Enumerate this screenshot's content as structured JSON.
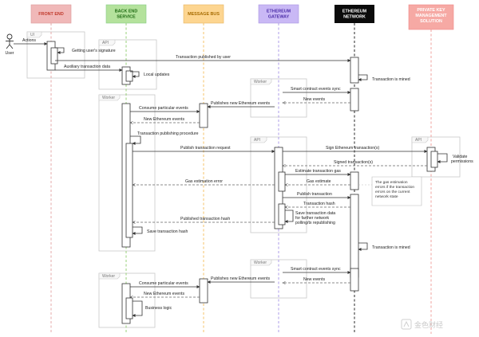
{
  "lanes": [
    {
      "key": "fe",
      "title": [
        "FRONT END"
      ],
      "color": "#f0b8b8",
      "text": "#c0392b"
    },
    {
      "key": "be",
      "title": [
        "BACK END",
        "SERVICE"
      ],
      "color": "#b4e29c",
      "text": "#1e6b12"
    },
    {
      "key": "mb",
      "title": [
        "MESSAGE BUS"
      ],
      "color": "#fdd590",
      "text": "#a76b00"
    },
    {
      "key": "eg",
      "title": [
        "ETHEREUM",
        "GATEWAY"
      ],
      "color": "#c9b8f5",
      "text": "#4b2ca8"
    },
    {
      "key": "en",
      "title": [
        "ETHEREUM",
        "NETWORK"
      ],
      "color": "#0b0b0b",
      "text": "#ffffff"
    },
    {
      "key": "pk",
      "title": [
        "PRIVATE KEY",
        "MANAGEMENT",
        "SOLUTION"
      ],
      "color": "#f6a9a4",
      "text": "#ffffff"
    }
  ],
  "actor": {
    "label": "User"
  },
  "groups": [
    {
      "label": "UI"
    },
    {
      "label": "API"
    },
    {
      "label": "Worker"
    },
    {
      "label": "Worker"
    },
    {
      "label": "API"
    },
    {
      "label": "API"
    },
    {
      "label": "Worker"
    },
    {
      "label": "Worker"
    }
  ],
  "messages": [
    {
      "label": "Actions"
    },
    {
      "label": "Getting user's signature"
    },
    {
      "label": "Transaction published by user"
    },
    {
      "label": "Auxiliary transaction data"
    },
    {
      "label": "Local updates"
    },
    {
      "label": "Transaction is mined"
    },
    {
      "label": "Smart contract events sync"
    },
    {
      "label": "New events"
    },
    {
      "label": "Publishes new Ethereum events"
    },
    {
      "label": "Consume particular events"
    },
    {
      "label": "New Ethereum events"
    },
    {
      "label": "Transaction publishing procedure"
    },
    {
      "label": "Publish transaction request"
    },
    {
      "label": "Sign Ethereum transaction(s)"
    },
    {
      "label": "Validate"
    },
    {
      "label": "permissions"
    },
    {
      "label": "Signed transaction(s)"
    },
    {
      "label": "Estimate transaction gas"
    },
    {
      "label": "Gas estimation error"
    },
    {
      "label": "Gas estimate"
    },
    {
      "label": "Publish transaction"
    },
    {
      "label": "Transaction hash"
    },
    {
      "label": "Save transaction data"
    },
    {
      "label": "for farther network"
    },
    {
      "label": "polling/tx republishing"
    },
    {
      "label": "Published transaction hash"
    },
    {
      "label": "Save transaction hash"
    },
    {
      "label": "Transaction is mined"
    },
    {
      "label": "Smart contract events sync"
    },
    {
      "label": "New events"
    },
    {
      "label": "Publishes new Ethereum events"
    },
    {
      "label": "Consume particular events"
    },
    {
      "label": "New Ethereum events"
    },
    {
      "label": "Business logic"
    }
  ],
  "note": {
    "lines": [
      "The gas estimation",
      "errors if the transaction",
      "errors on the current",
      "network state"
    ]
  },
  "watermark": {
    "text": "金色财经"
  }
}
